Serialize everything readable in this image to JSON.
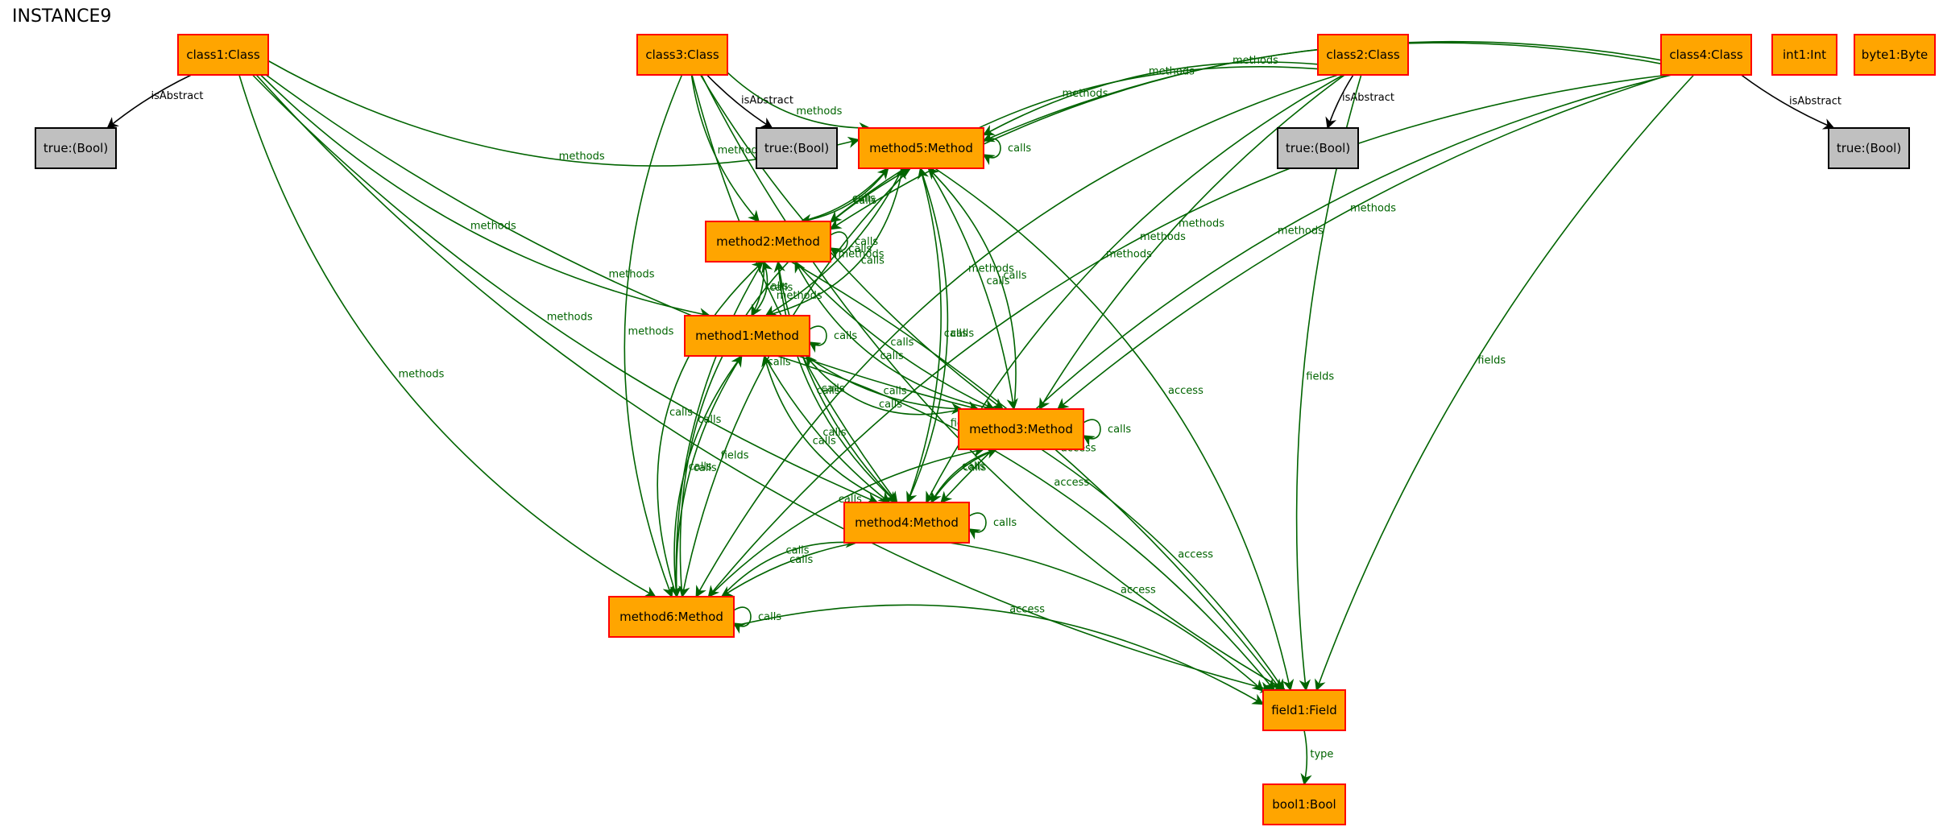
{
  "title": "INSTANCE9",
  "colors": {
    "node_fill": "#ffa500",
    "node_stroke": "#ff0000",
    "bool_fill": "#c0c0c0",
    "bool_stroke": "#000000",
    "edge_green": "#006400",
    "edge_black": "#000000",
    "edge_label_green": "#006400",
    "edge_label_black": "#000000"
  },
  "nodes": [
    {
      "id": "class1",
      "label": "class1:Class",
      "kind": "object"
    },
    {
      "id": "class3",
      "label": "class3:Class",
      "kind": "object"
    },
    {
      "id": "class2",
      "label": "class2:Class",
      "kind": "object"
    },
    {
      "id": "class4",
      "label": "class4:Class",
      "kind": "object"
    },
    {
      "id": "int1",
      "label": "int1:Int",
      "kind": "object"
    },
    {
      "id": "byte1",
      "label": "byte1:Byte",
      "kind": "object"
    },
    {
      "id": "true1",
      "label": "true:(Bool)",
      "kind": "value"
    },
    {
      "id": "true3",
      "label": "true:(Bool)",
      "kind": "value"
    },
    {
      "id": "true2",
      "label": "true:(Bool)",
      "kind": "value"
    },
    {
      "id": "true4",
      "label": "true:(Bool)",
      "kind": "value"
    },
    {
      "id": "method5",
      "label": "method5:Method",
      "kind": "object"
    },
    {
      "id": "method2",
      "label": "method2:Method",
      "kind": "object"
    },
    {
      "id": "method1",
      "label": "method1:Method",
      "kind": "object"
    },
    {
      "id": "method3",
      "label": "method3:Method",
      "kind": "object"
    },
    {
      "id": "method4",
      "label": "method4:Method",
      "kind": "object"
    },
    {
      "id": "method6",
      "label": "method6:Method",
      "kind": "object"
    },
    {
      "id": "field1",
      "label": "field1:Field",
      "kind": "object"
    },
    {
      "id": "bool1",
      "label": "bool1:Bool",
      "kind": "object"
    }
  ],
  "edges": [
    {
      "from": "class1",
      "to": "true1",
      "label": "isAbstract",
      "color": "black"
    },
    {
      "from": "class3",
      "to": "true3",
      "label": "isAbstract",
      "color": "black"
    },
    {
      "from": "class2",
      "to": "true2",
      "label": "isAbstract",
      "color": "black"
    },
    {
      "from": "class4",
      "to": "true4",
      "label": "isAbstract",
      "color": "black"
    },
    {
      "from": "class1",
      "to": "field1",
      "label": "fields",
      "color": "green"
    },
    {
      "from": "class1",
      "to": "method6",
      "label": "methods",
      "color": "green"
    },
    {
      "from": "class1",
      "to": "method4",
      "label": "methods",
      "color": "green"
    },
    {
      "from": "class1",
      "to": "method1",
      "label": "methods",
      "color": "green"
    },
    {
      "from": "class1",
      "to": "method5",
      "label": "methods",
      "color": "green"
    },
    {
      "from": "class1",
      "to": "method3",
      "label": "methods",
      "color": "green"
    },
    {
      "from": "class3",
      "to": "field1",
      "label": "fields",
      "color": "green"
    },
    {
      "from": "class3",
      "to": "method6",
      "label": "methods",
      "color": "green"
    },
    {
      "from": "class3",
      "to": "method4",
      "label": "methods",
      "color": "green"
    },
    {
      "from": "class3",
      "to": "method2",
      "label": "methods",
      "color": "green"
    },
    {
      "from": "class3",
      "to": "method5",
      "label": "methods",
      "color": "green"
    },
    {
      "from": "class3",
      "to": "method3",
      "label": "methods",
      "color": "green"
    },
    {
      "from": "class2",
      "to": "method5",
      "label": "methods",
      "color": "green"
    },
    {
      "from": "class2",
      "to": "method2",
      "label": "methods",
      "color": "green"
    },
    {
      "from": "class2",
      "to": "method3",
      "label": "methods",
      "color": "green"
    },
    {
      "from": "class2",
      "to": "method4",
      "label": "methods",
      "color": "green"
    },
    {
      "from": "class2",
      "to": "method6",
      "label": "methods",
      "color": "green"
    },
    {
      "from": "class2",
      "to": "field1",
      "label": "fields",
      "color": "green"
    },
    {
      "from": "class4",
      "to": "method5",
      "label": "methods",
      "color": "green"
    },
    {
      "from": "class4",
      "to": "method2",
      "label": "methods",
      "color": "green"
    },
    {
      "from": "class4",
      "to": "method3",
      "label": "methods",
      "color": "green"
    },
    {
      "from": "class4",
      "to": "method4",
      "label": "methods",
      "color": "green"
    },
    {
      "from": "class4",
      "to": "method6",
      "label": "methods",
      "color": "green"
    },
    {
      "from": "class4",
      "to": "field1",
      "label": "fields",
      "color": "green"
    },
    {
      "from": "method5",
      "to": "method5",
      "label": "calls",
      "color": "green"
    },
    {
      "from": "method5",
      "to": "method2",
      "label": "calls",
      "color": "green"
    },
    {
      "from": "method2",
      "to": "method5",
      "label": "calls",
      "color": "green"
    },
    {
      "from": "method5",
      "to": "method1",
      "label": "calls",
      "color": "green"
    },
    {
      "from": "method1",
      "to": "method5",
      "label": "calls",
      "color": "green"
    },
    {
      "from": "method5",
      "to": "method3",
      "label": "calls",
      "color": "green"
    },
    {
      "from": "method3",
      "to": "method5",
      "label": "calls",
      "color": "green"
    },
    {
      "from": "method5",
      "to": "method4",
      "label": "calls",
      "color": "green"
    },
    {
      "from": "method4",
      "to": "method5",
      "label": "calls",
      "color": "green"
    },
    {
      "from": "method5",
      "to": "method6",
      "label": "calls",
      "color": "green"
    },
    {
      "from": "method6",
      "to": "method5",
      "label": "calls",
      "color": "green"
    },
    {
      "from": "method2",
      "to": "method2",
      "label": "calls",
      "color": "green"
    },
    {
      "from": "method2",
      "to": "method1",
      "label": "calls",
      "color": "green"
    },
    {
      "from": "method1",
      "to": "method2",
      "label": "calls",
      "color": "green"
    },
    {
      "from": "method2",
      "to": "method3",
      "label": "calls",
      "color": "green"
    },
    {
      "from": "method3",
      "to": "method2",
      "label": "calls",
      "color": "green"
    },
    {
      "from": "method2",
      "to": "method4",
      "label": "calls",
      "color": "green"
    },
    {
      "from": "method4",
      "to": "method2",
      "label": "calls",
      "color": "green"
    },
    {
      "from": "method2",
      "to": "method6",
      "label": "calls",
      "color": "green"
    },
    {
      "from": "method6",
      "to": "method2",
      "label": "calls",
      "color": "green"
    },
    {
      "from": "method1",
      "to": "method1",
      "label": "calls",
      "color": "green"
    },
    {
      "from": "method1",
      "to": "method3",
      "label": "calls",
      "color": "green"
    },
    {
      "from": "method3",
      "to": "method1",
      "label": "calls",
      "color": "green"
    },
    {
      "from": "method1",
      "to": "method4",
      "label": "calls",
      "color": "green"
    },
    {
      "from": "method4",
      "to": "method1",
      "label": "calls",
      "color": "green"
    },
    {
      "from": "method1",
      "to": "method6",
      "label": "calls",
      "color": "green"
    },
    {
      "from": "method6",
      "to": "method1",
      "label": "calls",
      "color": "green"
    },
    {
      "from": "method3",
      "to": "method3",
      "label": "calls",
      "color": "green"
    },
    {
      "from": "method3",
      "to": "method4",
      "label": "calls",
      "color": "green"
    },
    {
      "from": "method4",
      "to": "method3",
      "label": "calls",
      "color": "green"
    },
    {
      "from": "method6",
      "to": "method3",
      "label": "calls",
      "color": "green"
    },
    {
      "from": "method4",
      "to": "method4",
      "label": "calls",
      "color": "green"
    },
    {
      "from": "method4",
      "to": "method6",
      "label": "calls",
      "color": "green"
    },
    {
      "from": "method6",
      "to": "method4",
      "label": "calls",
      "color": "green"
    },
    {
      "from": "method6",
      "to": "method6",
      "label": "calls",
      "color": "green"
    },
    {
      "from": "method2",
      "to": "field1",
      "label": "access",
      "color": "green"
    },
    {
      "from": "method1",
      "to": "field1",
      "label": "access",
      "color": "green"
    },
    {
      "from": "method5",
      "to": "field1",
      "label": "access",
      "color": "green"
    },
    {
      "from": "method3",
      "to": "field1",
      "label": "access",
      "color": "green"
    },
    {
      "from": "method4",
      "to": "field1",
      "label": "access",
      "color": "green"
    },
    {
      "from": "method6",
      "to": "field1",
      "label": "access",
      "color": "green"
    },
    {
      "from": "field1",
      "to": "bool1",
      "label": "type",
      "color": "green"
    }
  ]
}
